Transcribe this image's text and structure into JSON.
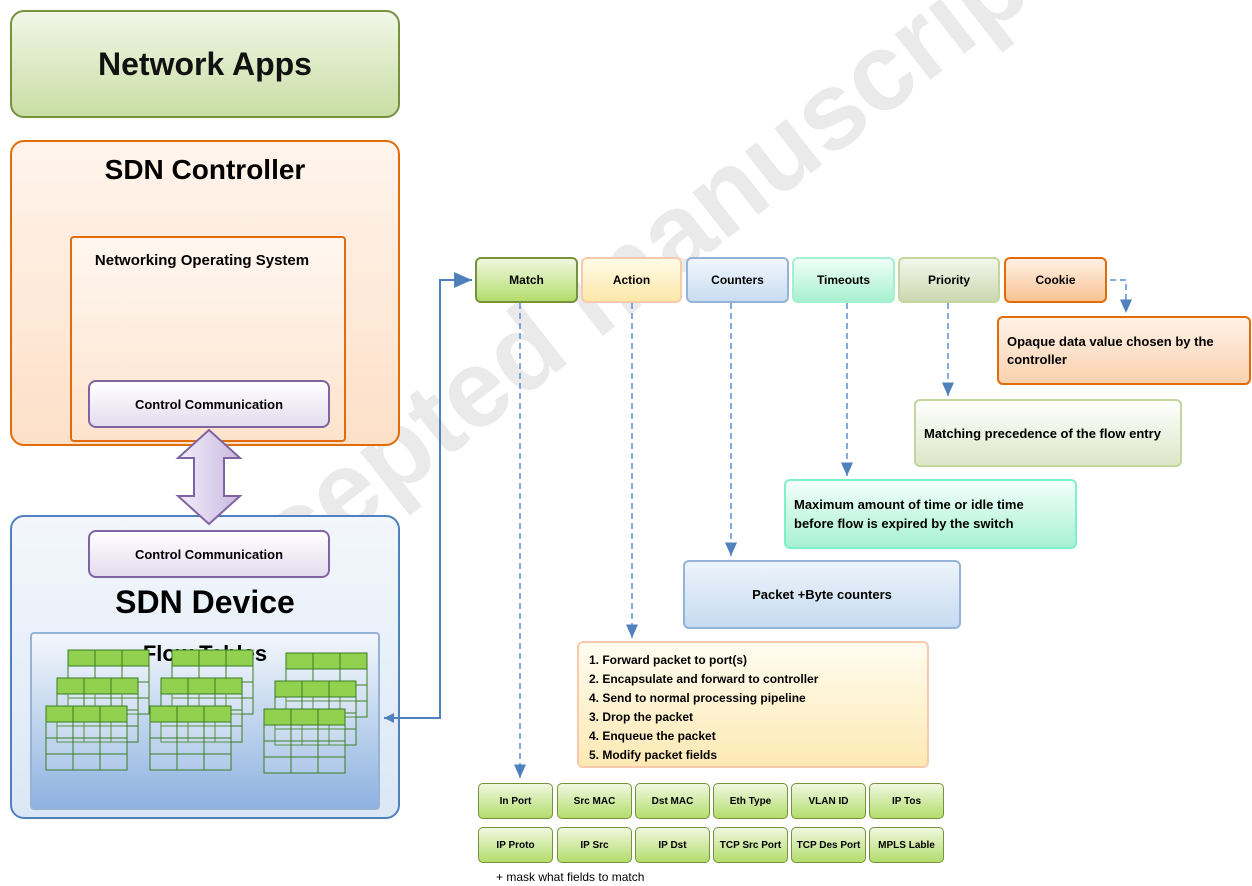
{
  "network_apps": {
    "label": "Network Apps"
  },
  "sdn_controller": {
    "title": "SDN Controller",
    "nos_label": "Networking Operating System",
    "control_communication": "Control Communication"
  },
  "sdn_device": {
    "title": "SDN Device",
    "control_communication": "Control Communication",
    "flow_tables": "Flow Tables"
  },
  "flow_entry_fields": [
    {
      "label": "Match"
    },
    {
      "label": "Action"
    },
    {
      "label": "Counters"
    },
    {
      "label": "Timeouts"
    },
    {
      "label": "Priority"
    },
    {
      "label": "Cookie"
    }
  ],
  "descriptions": {
    "cookie": "Opaque data value chosen by the controller",
    "priority": "Matching precedence of the flow entry",
    "timeouts": "Maximum amount of time or idle time before flow is expired by the switch",
    "counters": "Packet +Byte counters",
    "action_lines": [
      "1. Forward packet to port(s)",
      "2. Encapsulate and forward to controller",
      "4. Send to normal processing pipeline",
      "3. Drop the packet",
      "4. Enqueue the packet",
      "5. Modify packet fields"
    ]
  },
  "match_fields": [
    [
      "In Port",
      "Src MAC",
      "Dst MAC",
      "Eth Type",
      "VLAN ID",
      "IP Tos"
    ],
    [
      "IP Proto",
      "IP Src",
      "IP Dst",
      "TCP Src Port",
      "TCP Des Port",
      "MPLS Lable"
    ]
  ],
  "mask_note": "+ mask what fields to match",
  "watermark": "Accepted manuscript",
  "colors": {
    "green_border": "#76923c",
    "orange_border": "#e36c0a",
    "blue_border": "#4f81bd",
    "purple_border": "#8064a2",
    "arrow_blue": "#4f81bd",
    "dashed_blue": "#5b8fd6"
  }
}
